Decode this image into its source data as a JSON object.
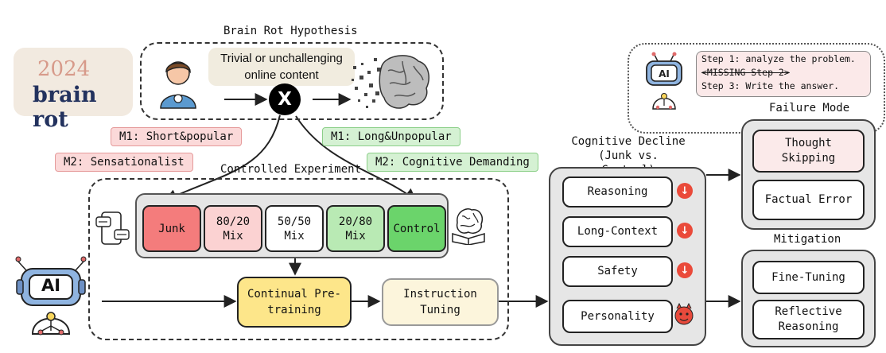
{
  "logo": {
    "year": "2024",
    "text": "brain rot"
  },
  "hypothesis": {
    "title": "Brain Rot Hypothesis",
    "content_label": "Trivial or unchallenging\nonline content",
    "platform_symbol": "X"
  },
  "metrics": {
    "junk_m1": "M1: Short&popular",
    "junk_m2": "M2: Sensationalist",
    "control_m1": "M1: Long&Unpopular",
    "control_m2": "M2: Cognitive Demanding"
  },
  "experiment": {
    "title": "Controlled Experiment",
    "mixes": [
      {
        "label": "Junk",
        "color": "#f47c7c"
      },
      {
        "label": "80/20\nMix",
        "color": "#fbd2d2"
      },
      {
        "label": "50/50\nMix",
        "color": "#ffffff"
      },
      {
        "label": "20/80\nMix",
        "color": "#b9eab4"
      },
      {
        "label": "Control",
        "color": "#6bd46b"
      }
    ],
    "pretraining": "Continual Pre-\ntraining",
    "instruction": "Instruction\nTuning",
    "ai_label": "AI"
  },
  "cognitive": {
    "title": "Cognitive Decline\n(Junk vs. Control)",
    "items": [
      "Reasoning",
      "Long-Context",
      "Safety",
      "Personality"
    ]
  },
  "failure": {
    "title": "Failure Mode",
    "items": [
      "Thought\nSkipping",
      "Factual Error"
    ],
    "steps": [
      "Step 1: analyze the problem.",
      "<MISSING Step 2>",
      "Step 3: Write the answer."
    ]
  },
  "mitigation": {
    "title": "Mitigation",
    "items": [
      "Fine-Tuning",
      "Reflective\nReasoning"
    ]
  }
}
